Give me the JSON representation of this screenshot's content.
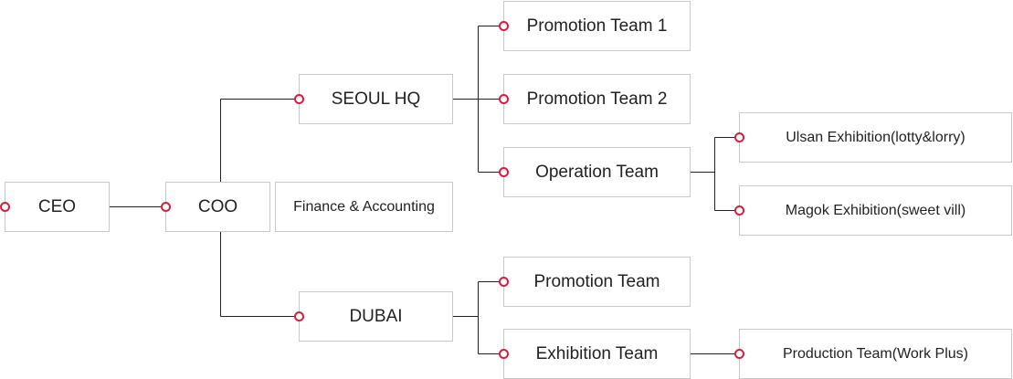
{
  "orgchart": {
    "ceo": "CEO",
    "coo": "COO",
    "finance": "Finance & Accounting",
    "seoul_hq": "SEOUL HQ",
    "seoul_promo1": "Promotion Team 1",
    "seoul_promo2": "Promotion Team 2",
    "seoul_operation": "Operation Team",
    "ulsan": "Ulsan Exhibition(lotty&lorry)",
    "magok": "Magok Exhibition(sweet vill)",
    "dubai": "DUBAI",
    "dubai_promo": "Promotion Team",
    "dubai_exhibition": "Exhibition Team",
    "production": "Production Team(Work Plus)"
  },
  "colors": {
    "connector": "#222222",
    "dot": "#d6203b",
    "border": "#c8c8c8"
  }
}
